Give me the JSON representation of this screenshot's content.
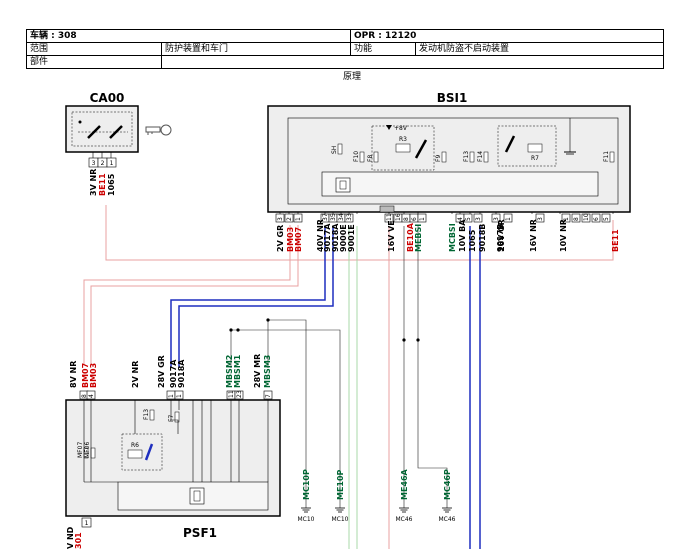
{
  "header": {
    "vehicle": "车辆 : 308",
    "opr": "OPR : 12120",
    "scope_label": "范围",
    "scope_value": "防护装置和车门",
    "function_label": "功能",
    "function_value": "发动机防盗不启动装置",
    "part_label": "部件",
    "principle": "原理"
  },
  "components": {
    "ca00": "CA00",
    "bsi1": "BSI1",
    "psf1": "PSF1"
  },
  "ca00_connector": {
    "pins": [
      "3",
      "2",
      "1"
    ],
    "wires": [
      {
        "name": "3V NR",
        "color": "#000000"
      },
      {
        "name": "BE11",
        "color": "#cc0000"
      },
      {
        "name": "1065",
        "color": "#000000"
      }
    ]
  },
  "bsi_inner": {
    "plus8v": "+8V",
    "relays": [
      "R3",
      "R7"
    ],
    "fuses": [
      "SH",
      "F10",
      "F8",
      "F9",
      "F13",
      "F14",
      "F11"
    ]
  },
  "bsi_pins": [
    "3",
    "2",
    "1",
    "37",
    "35",
    "34",
    "33",
    "11",
    "16",
    "8",
    "6",
    "1",
    "4",
    "5",
    "3",
    "3",
    "1",
    "3",
    "1",
    "8",
    "10",
    "6",
    "5"
  ],
  "bsi_wires": [
    {
      "name": "2V GR",
      "color": "#000000"
    },
    {
      "name": "BM03",
      "color": "#cc0000"
    },
    {
      "name": "BM07",
      "color": "#cc0000"
    },
    {
      "name": "40V NR",
      "color": "#000000"
    },
    {
      "name": "9017A",
      "color": "#000000"
    },
    {
      "name": "9018A",
      "color": "#000000"
    },
    {
      "name": "9000E",
      "color": "#000000"
    },
    {
      "name": "9001E",
      "color": "#000000"
    },
    {
      "name": "16V VE",
      "color": "#000000"
    },
    {
      "name": "BE10A",
      "color": "#cc0000"
    },
    {
      "name": "MEBSI",
      "color": "#006633"
    },
    {
      "name": "MCBSI",
      "color": "#006633"
    },
    {
      "name": "10V BA",
      "color": "#000000"
    },
    {
      "name": "1065",
      "color": "#000000"
    },
    {
      "name": "9018B",
      "color": "#000000"
    },
    {
      "name": "9017B",
      "color": "#000000"
    },
    {
      "name": "16V GR",
      "color": "#000000"
    },
    {
      "name": "16V NR",
      "color": "#000000"
    },
    {
      "name": "10V NR",
      "color": "#000000"
    },
    {
      "name": "BE11",
      "color": "#cc0000"
    }
  ],
  "psf_wires": [
    {
      "name": "8V NR",
      "color": "#000000"
    },
    {
      "name": "BM07",
      "color": "#cc0000"
    },
    {
      "name": "BM03",
      "color": "#cc0000"
    },
    {
      "name": "2V NR",
      "color": "#000000"
    },
    {
      "name": "28V GR",
      "color": "#000000"
    },
    {
      "name": "9017A",
      "color": "#000000"
    },
    {
      "name": "9018A",
      "color": "#000000"
    },
    {
      "name": "MBSM2",
      "color": "#006633"
    },
    {
      "name": "MBSM1",
      "color": "#006633"
    },
    {
      "name": "28V MR",
      "color": "#000000"
    },
    {
      "name": "MBSM3",
      "color": "#006633"
    }
  ],
  "psf_pins": [
    "8",
    "4",
    "1",
    "1",
    "11",
    "23",
    "7"
  ],
  "psf_inner": {
    "relay": "R6",
    "fuses": [
      "F13",
      "F7",
      "MF07",
      "MF06"
    ]
  },
  "psf_bottom": [
    {
      "name": "V ND",
      "color": "#000000"
    },
    {
      "name": "301",
      "color": "#cc0000"
    }
  ],
  "psf_pin_bottom": "1",
  "grounds": [
    {
      "wire": "MC10P",
      "label": "MC10"
    },
    {
      "wire": "ME10P",
      "label": "MC10"
    },
    {
      "wire": "ME46A",
      "label": "MC46"
    },
    {
      "wire": "MC46P",
      "label": "MC46"
    }
  ],
  "colors": {
    "red": "#cc0000",
    "blue": "#1f2fbf",
    "green": "#006633",
    "light_red": "#e8a0a0",
    "light_green": "#a8d8a8",
    "box_fill": "#eeeeee"
  }
}
